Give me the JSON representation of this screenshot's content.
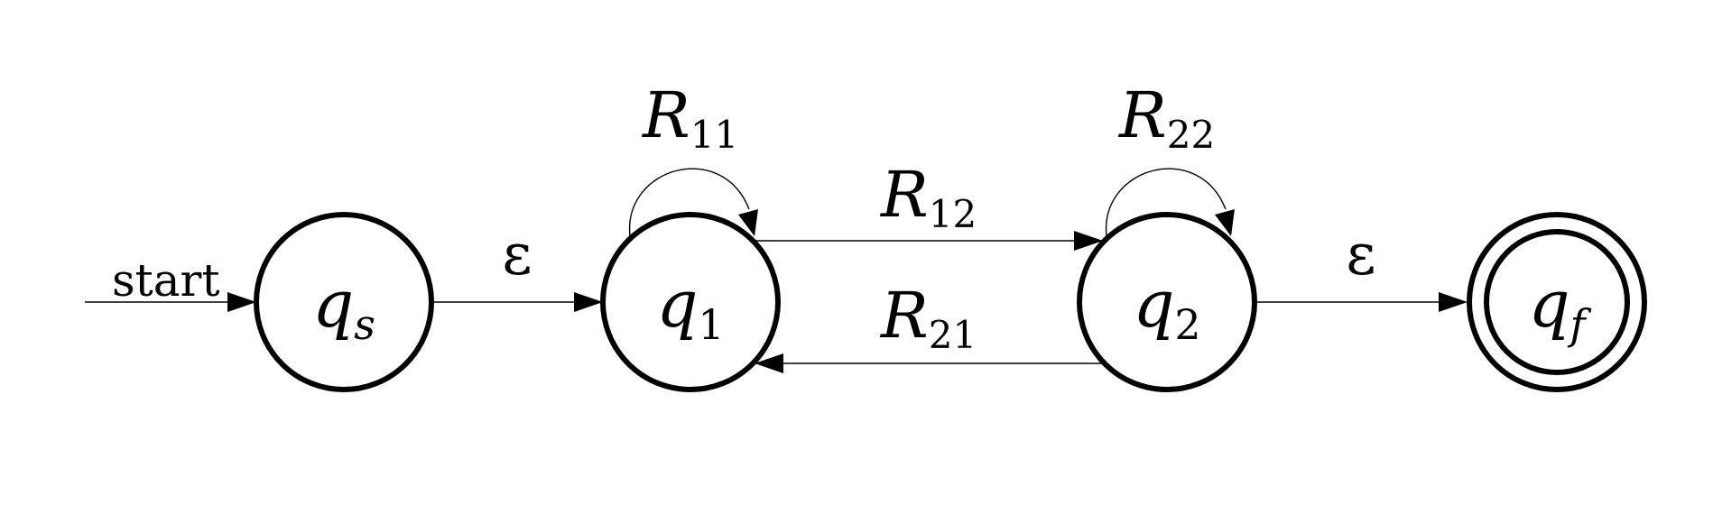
{
  "diagram": {
    "start_label": "start",
    "states": [
      {
        "id": "qs",
        "main": "q",
        "sub": "s",
        "accepting": false
      },
      {
        "id": "q1",
        "main": "q",
        "sub": "1",
        "accepting": false
      },
      {
        "id": "q2",
        "main": "q",
        "sub": "2",
        "accepting": false
      },
      {
        "id": "qf",
        "main": "q",
        "sub": "f",
        "accepting": true
      }
    ],
    "transitions": [
      {
        "from": "qs",
        "to": "q1",
        "label": "ε"
      },
      {
        "from": "q1",
        "to": "q1",
        "main": "R",
        "sub": "11"
      },
      {
        "from": "q1",
        "to": "q2",
        "main": "R",
        "sub": "12"
      },
      {
        "from": "q2",
        "to": "q1",
        "main": "R",
        "sub": "21"
      },
      {
        "from": "q2",
        "to": "q2",
        "main": "R",
        "sub": "22"
      },
      {
        "from": "q2",
        "to": "qf",
        "label": "ε"
      }
    ]
  }
}
